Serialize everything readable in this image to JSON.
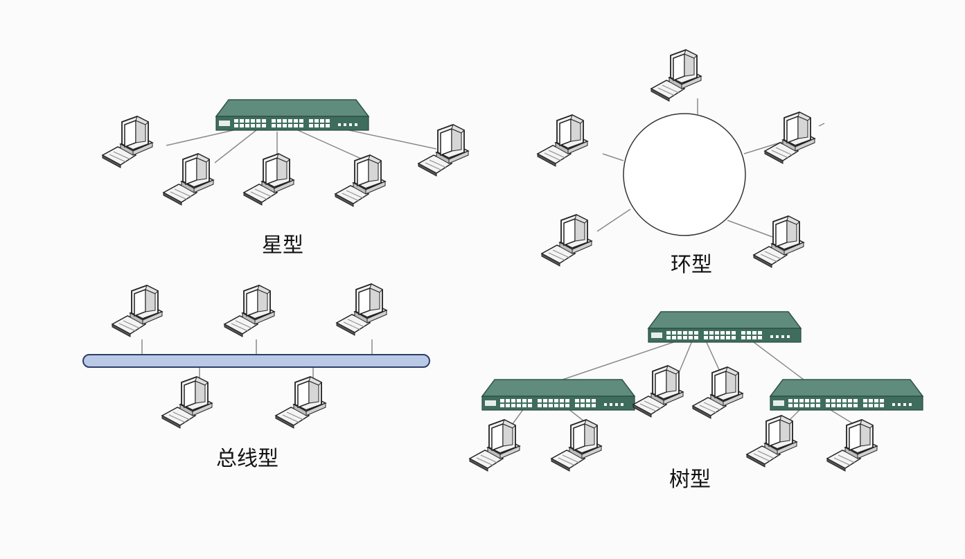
{
  "diagrams": {
    "star": {
      "caption": "星型"
    },
    "ring": {
      "caption": "环型"
    },
    "bus": {
      "caption": "总线型"
    },
    "tree": {
      "caption": "树型"
    }
  }
}
